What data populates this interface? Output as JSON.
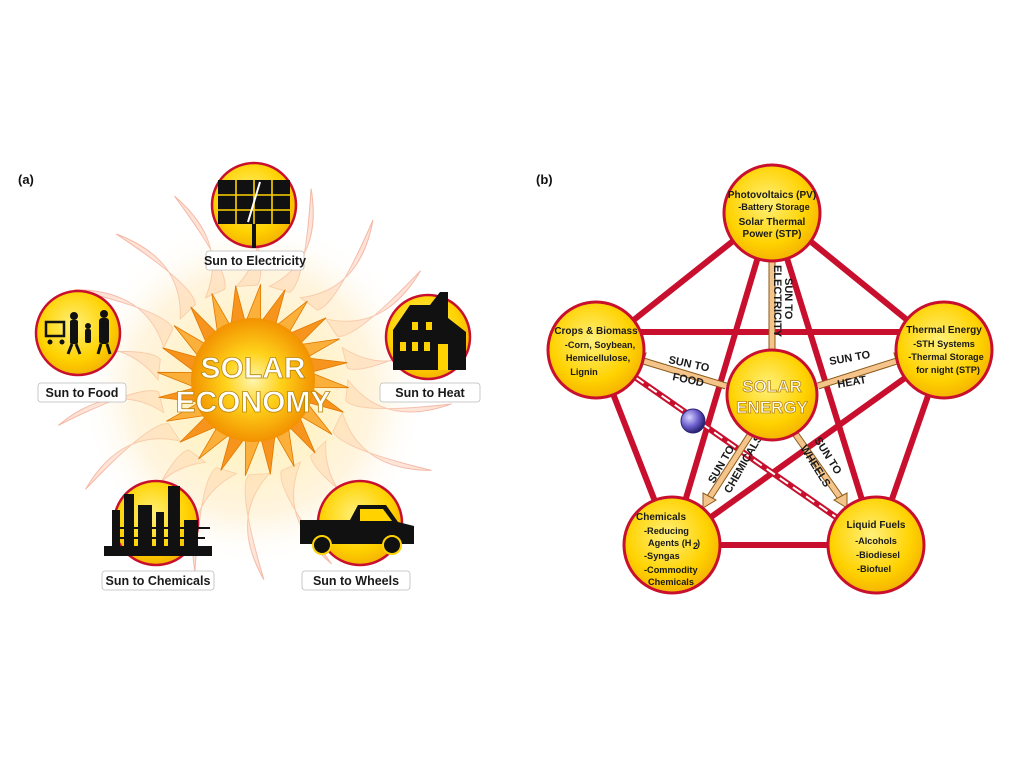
{
  "panel_a": {
    "letter": "(a)",
    "center_title_1": "SOLAR",
    "center_title_2": "ECONOMY",
    "items": [
      {
        "label": "Sun to Electricity",
        "icon": "solar-panel-icon"
      },
      {
        "label": "Sun to Heat",
        "icon": "house-icon"
      },
      {
        "label": "Sun to Wheels",
        "icon": "truck-icon"
      },
      {
        "label": "Sun to Chemicals",
        "icon": "factory-icon"
      },
      {
        "label": "Sun to Food",
        "icon": "shopping-family-icon"
      }
    ]
  },
  "panel_b": {
    "letter": "(b)",
    "center_1": "SOLAR",
    "center_2": "ENERGY",
    "nodes": {
      "pv": {
        "title": "Photovoltaics (PV)",
        "lines": [
          "-Battery Storage"
        ],
        "title2": "Solar Thermal",
        "title3": "Power (STP)"
      },
      "thermal": {
        "title": "Thermal Energy",
        "lines": [
          "-STH Systems",
          "-Thermal Storage",
          "for night (STP)"
        ]
      },
      "liquid": {
        "title": "Liquid Fuels",
        "lines": [
          "-Alcohols",
          "-Biodiesel",
          "-Biofuel"
        ]
      },
      "chemicals": {
        "title": "Chemicals",
        "lines": [
          "-Reducing",
          "Agents (H",
          "-Syngas",
          "-Commodity",
          "Chemicals"
        ],
        "subscript": "2",
        "after_sub": ")"
      },
      "crops": {
        "title": "Crops & Biomass",
        "lines": [
          "-Corn, Soybean,",
          "Hemicellulose,",
          "Lignin"
        ]
      }
    },
    "arrows": {
      "electricity_1": "SUN TO",
      "electricity_2": "ELECTRICITY",
      "heat_1": "SUN TO",
      "heat_2": "HEAT",
      "food_1": "SUN TO",
      "food_2": "FOOD",
      "chemicals_1": "SUN TO",
      "chemicals_2": "CHEMICALS",
      "wheels_1": "SUN TO",
      "wheels_2": "WHEELS"
    }
  },
  "colors": {
    "node_fill": "#ffd700",
    "node_stroke": "#c8102e",
    "link": "#c8102e",
    "sun_orange": "#f7941d",
    "arrow_fill": "#f5c48a"
  }
}
